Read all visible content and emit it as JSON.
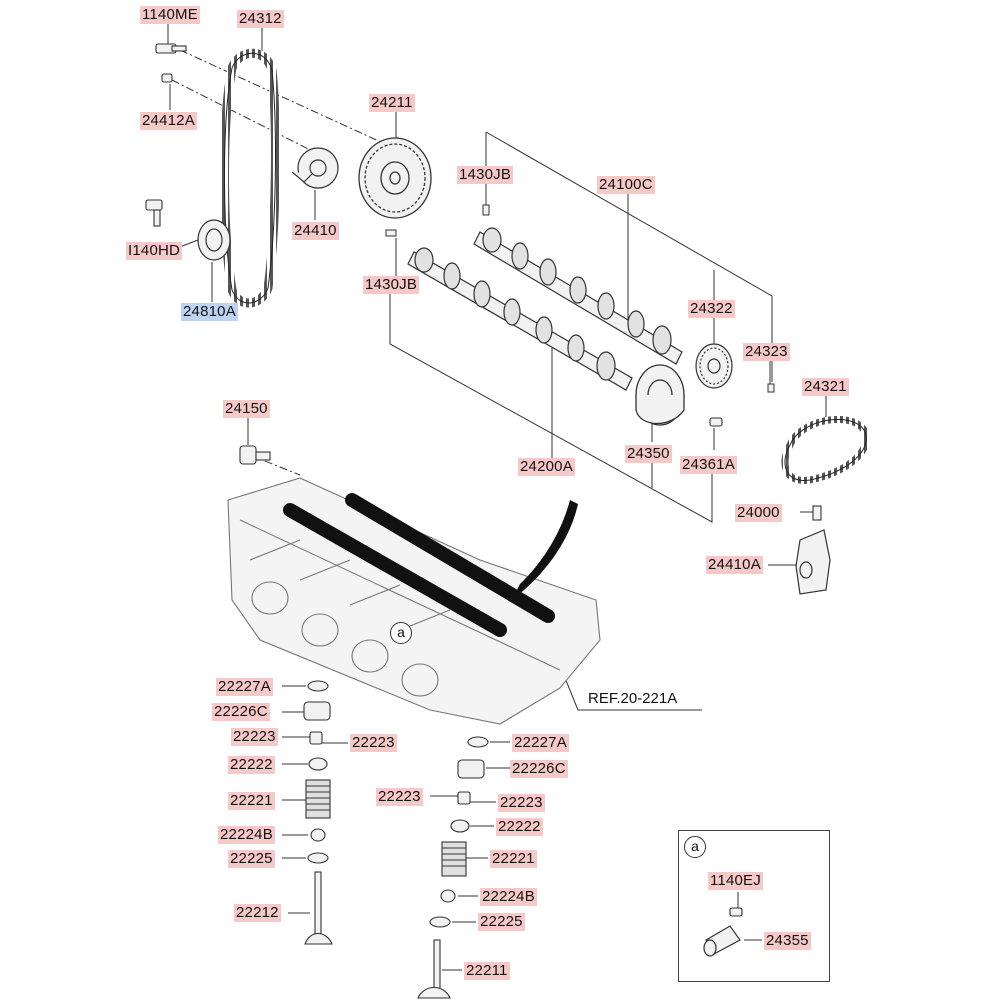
{
  "labels": {
    "p1140ME": "1140ME",
    "p24312": "24312",
    "p24412A": "24412A",
    "p24211": "24211",
    "p1430JB_top": "1430JB",
    "p24100C": "24100C",
    "p1140HD": "I140HD",
    "p24410": "24410",
    "p1430JB_mid": "1430JB",
    "p24810A": "24810A",
    "p24322": "24322",
    "p24323": "24323",
    "p24321": "24321",
    "p24150": "24150",
    "p24350": "24350",
    "p24361A": "24361A",
    "p24200A": "24200A",
    "p24000": "24000",
    "p24410A": "24410A",
    "ref": "REF.20-221A",
    "l22227A": "22227A",
    "l22226C": "22226C",
    "l22223a": "22223",
    "l22223b": "22223",
    "l22222": "22222",
    "l22221": "22221",
    "l22224B": "22224B",
    "l22225": "22225",
    "l22212": "22212",
    "r22227A": "22227A",
    "r22226C": "22226C",
    "r22223a": "22223",
    "r22223b": "22223",
    "r22222": "22222",
    "r22221": "22221",
    "r22224B": "22224B",
    "r22225": "22225",
    "r22211": "22211",
    "inset1140EJ": "1140EJ",
    "inset24355": "24355"
  },
  "callouts": {
    "head": "a",
    "inset": "a"
  },
  "colors": {
    "label_bg": "#f6c9c9",
    "highlight_bg": "#bcd4f2",
    "line": "#333333",
    "part_fill": "#f2f2f2"
  }
}
